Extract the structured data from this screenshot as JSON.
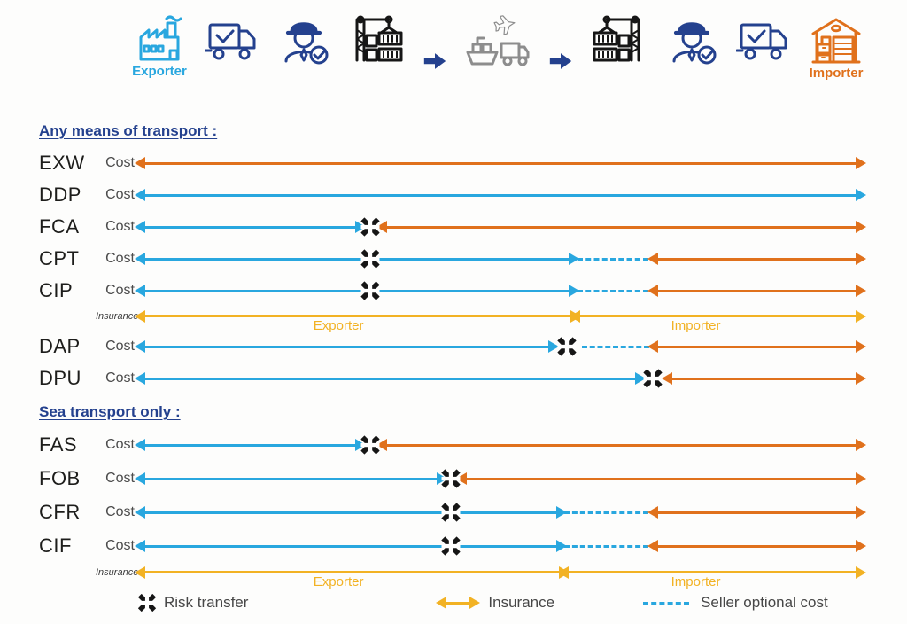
{
  "palette": {
    "blue": "#29a7df",
    "orange": "#e0711c",
    "yellow": "#f2b224",
    "navy": "#24418e",
    "gray": "#8d8d8d",
    "black": "#161616",
    "white": "#ffffff"
  },
  "top_icons": [
    {
      "icon": "factory-icon",
      "color": "blue",
      "label": "Exporter"
    },
    {
      "icon": "truck-check-icon",
      "color": "navy"
    },
    {
      "icon": "customs-officer-icon",
      "color": "navy"
    },
    {
      "icon": "crane-containers-icon",
      "color": "black"
    },
    {
      "icon": "flow-arrow-icon",
      "color": "navy"
    },
    {
      "icon": "multimodal-transport-icon",
      "color": "gray"
    },
    {
      "icon": "flow-arrow-icon",
      "color": "navy"
    },
    {
      "icon": "crane-containers-icon",
      "color": "black",
      "mirror": true
    },
    {
      "icon": "customs-officer-icon",
      "color": "navy"
    },
    {
      "icon": "truck-check-icon",
      "color": "navy"
    },
    {
      "icon": "warehouse-icon",
      "color": "orange",
      "label": "Importer"
    }
  ],
  "sections": [
    {
      "heading": "Any means of transport :",
      "rows": [
        {
          "term": "EXW",
          "cost_label": "Cost",
          "segments": [
            {
              "type": "arrow",
              "color": "orange",
              "from": 0,
              "to": 1,
              "heads": "both"
            }
          ]
        },
        {
          "term": "DDP",
          "cost_label": "Cost",
          "segments": [
            {
              "type": "arrow",
              "color": "blue",
              "from": 0,
              "to": 1,
              "heads": "both"
            }
          ]
        },
        {
          "term": "FCA",
          "cost_label": "Cost",
          "segments": [
            {
              "type": "arrow",
              "color": "blue",
              "from": 0,
              "to": 0.296,
              "heads": "both"
            },
            {
              "type": "star",
              "at": 0.317
            },
            {
              "type": "arrow",
              "color": "orange",
              "from": 0.34,
              "to": 1,
              "heads": "both"
            }
          ]
        },
        {
          "term": "CPT",
          "cost_label": "Cost",
          "segments": [
            {
              "type": "arrow",
              "color": "blue",
              "from": 0,
              "to": 0.596,
              "heads": "both"
            },
            {
              "type": "star",
              "at": 0.317
            },
            {
              "type": "dash",
              "color": "blue",
              "from": 0.608,
              "to": 0.708
            },
            {
              "type": "arrow",
              "color": "orange",
              "from": 0.722,
              "to": 1,
              "heads": "both"
            }
          ]
        },
        {
          "term": "CIP",
          "cost_label": "Cost",
          "segments": [
            {
              "type": "arrow",
              "color": "blue",
              "from": 0,
              "to": 0.596,
              "heads": "both"
            },
            {
              "type": "star",
              "at": 0.317
            },
            {
              "type": "dash",
              "color": "blue",
              "from": 0.608,
              "to": 0.708
            },
            {
              "type": "arrow",
              "color": "orange",
              "from": 0.722,
              "to": 1,
              "heads": "both"
            }
          ],
          "insurance": {
            "label": "Insurance",
            "segments": [
              {
                "type": "arrow",
                "color": "yellow",
                "from": 0,
                "to": 0.598,
                "heads": "both"
              },
              {
                "type": "arrow",
                "color": "yellow",
                "from": 0.612,
                "to": 1,
                "heads": "both"
              }
            ],
            "captions": [
              {
                "text": "Exporter",
                "at": 0.272
              },
              {
                "text": "Importer",
                "at": 0.775
              }
            ]
          }
        },
        {
          "term": "DAP",
          "cost_label": "Cost",
          "segments": [
            {
              "type": "arrow",
              "color": "blue",
              "from": 0,
              "to": 0.567,
              "heads": "both"
            },
            {
              "type": "star",
              "at": 0.594
            },
            {
              "type": "dash",
              "color": "blue",
              "from": 0.615,
              "to": 0.71
            },
            {
              "type": "arrow",
              "color": "orange",
              "from": 0.722,
              "to": 1,
              "heads": "both"
            }
          ]
        },
        {
          "term": "DPU",
          "cost_label": "Cost",
          "segments": [
            {
              "type": "arrow",
              "color": "blue",
              "from": 0,
              "to": 0.69,
              "heads": "both"
            },
            {
              "type": "star",
              "at": 0.715
            },
            {
              "type": "arrow",
              "color": "orange",
              "from": 0.742,
              "to": 1,
              "heads": "both"
            }
          ]
        }
      ]
    },
    {
      "heading": "Sea transport only :",
      "rows": [
        {
          "term": "FAS",
          "cost_label": "Cost",
          "segments": [
            {
              "type": "arrow",
              "color": "blue",
              "from": 0,
              "to": 0.296,
              "heads": "both"
            },
            {
              "type": "star",
              "at": 0.317
            },
            {
              "type": "arrow",
              "color": "orange",
              "from": 0.34,
              "to": 1,
              "heads": "both"
            }
          ]
        },
        {
          "term": "FOB",
          "cost_label": "Cost",
          "segments": [
            {
              "type": "arrow",
              "color": "blue",
              "from": 0,
              "to": 0.41,
              "heads": "both"
            },
            {
              "type": "star",
              "at": 0.43
            },
            {
              "type": "arrow",
              "color": "orange",
              "from": 0.452,
              "to": 1,
              "heads": "both"
            }
          ]
        },
        {
          "term": "CFR",
          "cost_label": "Cost",
          "segments": [
            {
              "type": "arrow",
              "color": "blue",
              "from": 0,
              "to": 0.578,
              "heads": "both"
            },
            {
              "type": "star",
              "at": 0.43
            },
            {
              "type": "dash",
              "color": "blue",
              "from": 0.59,
              "to": 0.708
            },
            {
              "type": "arrow",
              "color": "orange",
              "from": 0.722,
              "to": 1,
              "heads": "both"
            }
          ]
        },
        {
          "term": "CIF",
          "cost_label": "Cost",
          "segments": [
            {
              "type": "arrow",
              "color": "blue",
              "from": 0,
              "to": 0.578,
              "heads": "both"
            },
            {
              "type": "star",
              "at": 0.43
            },
            {
              "type": "dash",
              "color": "blue",
              "from": 0.59,
              "to": 0.708
            },
            {
              "type": "arrow",
              "color": "orange",
              "from": 0.722,
              "to": 1,
              "heads": "both"
            }
          ],
          "insurance": {
            "label": "Insurance",
            "segments": [
              {
                "type": "arrow",
                "color": "yellow",
                "from": 0,
                "to": 0.582,
                "heads": "both"
              },
              {
                "type": "arrow",
                "color": "yellow",
                "from": 0.596,
                "to": 1,
                "heads": "both"
              }
            ],
            "captions": [
              {
                "text": "Exporter",
                "at": 0.272
              },
              {
                "text": "Importer",
                "at": 0.775
              }
            ]
          }
        }
      ]
    }
  ],
  "legend": [
    {
      "icon": "risk-transfer-star-icon",
      "label": "Risk transfer"
    },
    {
      "icon": "insurance-arrow-icon",
      "label": "Insurance"
    },
    {
      "icon": "seller-optional-dash-icon",
      "label": "Seller optional cost"
    }
  ]
}
